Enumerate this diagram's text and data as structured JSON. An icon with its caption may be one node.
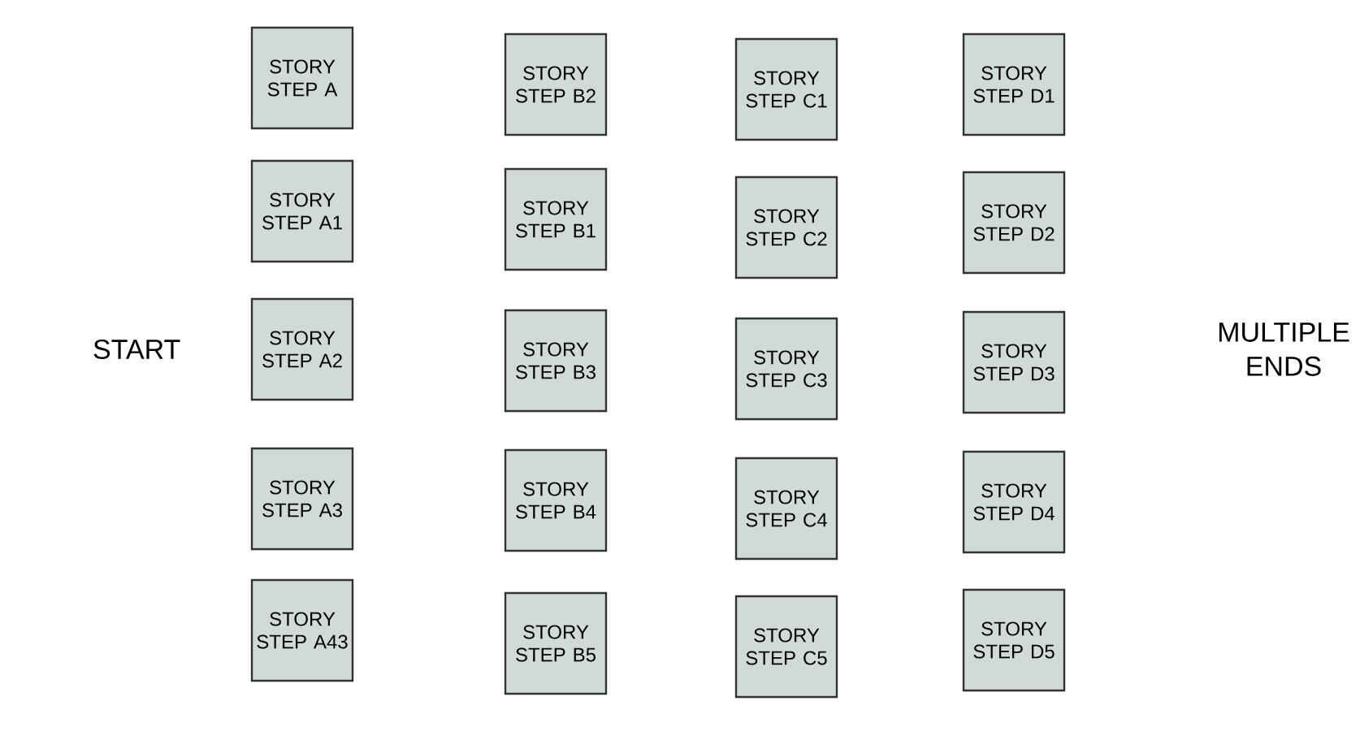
{
  "diagram": {
    "nodes": [
      {
        "text": [
          "STORY STEP A"
        ]
      },
      {
        "text": [
          "STORY STEP B2"
        ]
      },
      {
        "text": [
          "STORY STEP C1"
        ]
      },
      {
        "text": [
          "STORY STEP D1"
        ]
      },
      {
        "text": [
          "STORY STEP A1"
        ]
      },
      {
        "text": [
          "STORY STEP B1"
        ]
      },
      {
        "text": [
          "STORY STEP C2"
        ]
      },
      {
        "text": [
          "STORY STEP D2"
        ]
      },
      {
        "text": [
          "STORY STEP A2"
        ]
      },
      {
        "text": [
          "STORY STEP B3"
        ]
      },
      {
        "text": [
          "STORY STEP C3"
        ]
      },
      {
        "text": [
          "STORY STEP D3"
        ]
      },
      {
        "text": [
          "STORY STEP A3"
        ]
      },
      {
        "text": [
          "STORY STEP B4"
        ]
      },
      {
        "text": [
          "STORY STEP C4"
        ]
      },
      {
        "text": [
          "STORY STEP D4"
        ]
      },
      {
        "text": [
          "STORY STEP A43"
        ]
      },
      {
        "text": [
          "STORY STEP B5"
        ]
      },
      {
        "text": [
          "STORY STEP C5"
        ]
      },
      {
        "text": [
          "STORY STEP D5"
        ]
      }
    ],
    "labels": [
      "START",
      "MULTIPLE ENDS"
    ]
  }
}
